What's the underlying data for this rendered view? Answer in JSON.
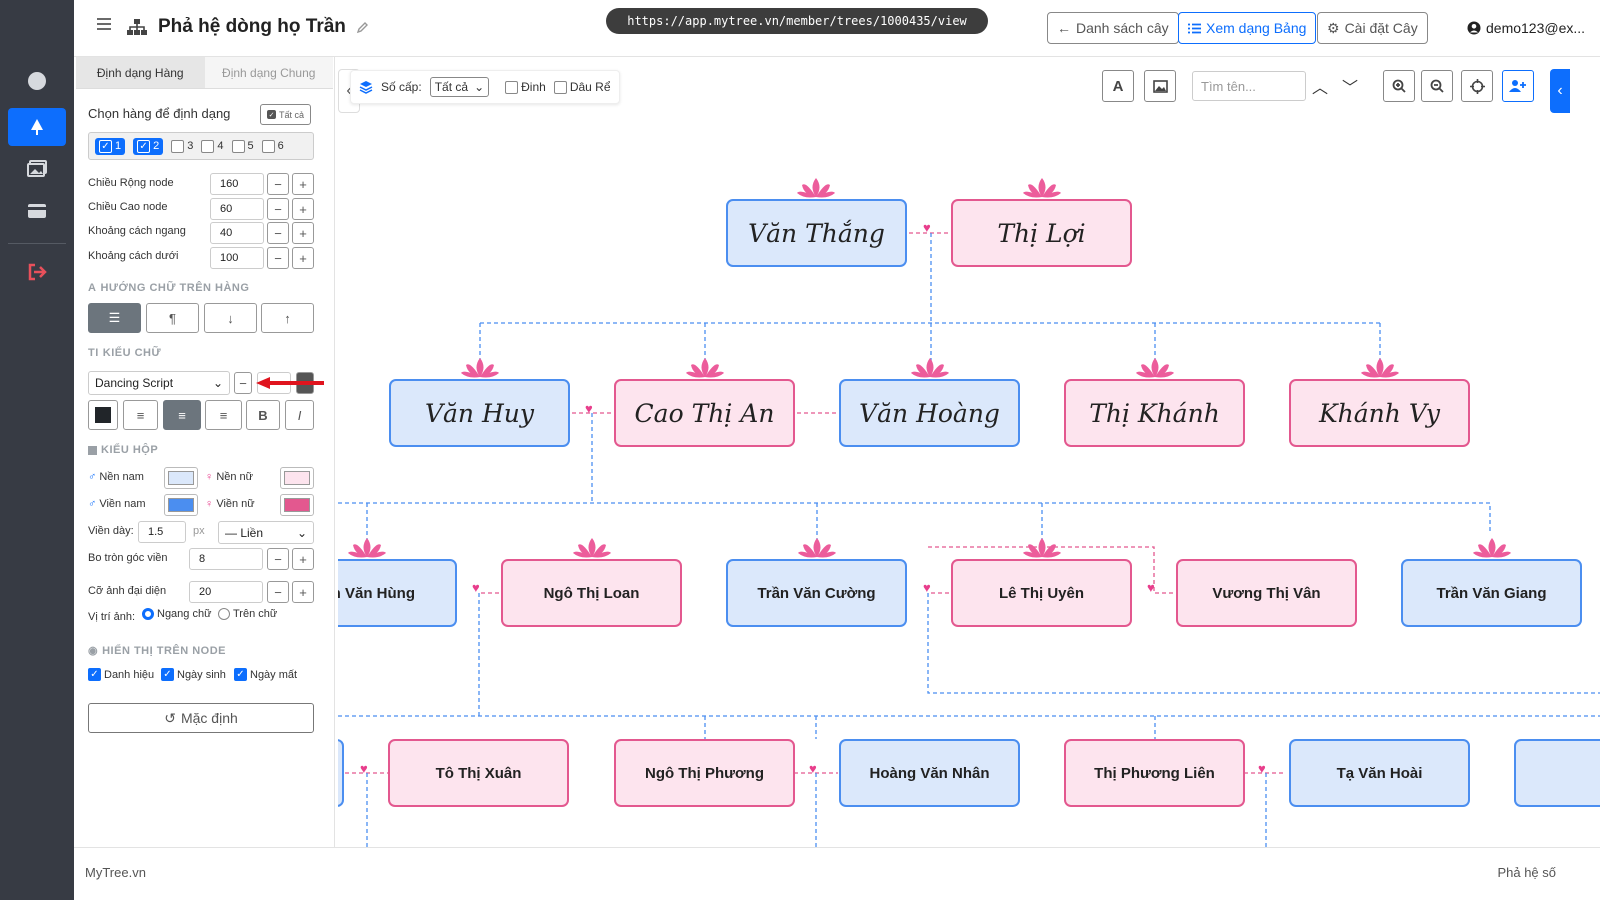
{
  "header": {
    "title": "Phả hệ dòng họ Trần",
    "url": "https://app.mytree.vn/member/trees/1000435/view",
    "btn_list": "Danh sách cây",
    "btn_table": "Xem dạng Bảng",
    "btn_settings": "Cài đặt Cây",
    "user": "demo123@ex..."
  },
  "panel": {
    "tab_row": "Định dạng Hàng",
    "tab_general": "Định dạng Chung",
    "choose_rows": "Chọn hàng để định dạng",
    "all": "Tất cả",
    "rows": [
      "1",
      "2",
      "3",
      "4",
      "5",
      "6"
    ],
    "node_width_label": "Chiều Rộng node",
    "node_width": "160",
    "node_height_label": "Chiều Cao node",
    "node_height": "60",
    "h_gap_label": "Khoảng cách ngang",
    "h_gap": "40",
    "v_gap_label": "Khoảng cách dưới",
    "v_gap": "100",
    "text_dir_title": "HƯỚNG CHỮ TRÊN HÀNG",
    "font_title": "KIỂU CHỮ",
    "font_value": "Dancing Script",
    "bold": "B",
    "italic": "I",
    "box_title": "KIỂU HỘP",
    "male_bg": "Nền nam",
    "female_bg": "Nền nữ",
    "male_border": "Viền nam",
    "female_border": "Viền nữ",
    "border_width_label": "Viền dày:",
    "border_width": "1.5",
    "px": "px",
    "border_style": "— Liền",
    "radius_label": "Bo tròn góc viền",
    "radius": "8",
    "avatar_label": "Cỡ ảnh đại diện",
    "avatar": "20",
    "img_pos_label": "Vị trí ảnh:",
    "img_pos_a": "Ngang chữ",
    "img_pos_b": "Trên chữ",
    "display_title": "HIỂN THỊ TRÊN NODE",
    "show_title": "Danh hiệu",
    "show_birth": "Ngày sinh",
    "show_death": "Ngày mất",
    "reset": "Mặc định"
  },
  "toolbar": {
    "levels_label": "Số cấp:",
    "levels_value": "Tất cả",
    "pin": "Đinh",
    "root": "Dâu Rể",
    "search_placeholder": "Tìm tên..."
  },
  "tree": {
    "gen1": [
      "Văn Thắng",
      "Thị Lợi"
    ],
    "gen2": [
      "Văn Huy",
      "Cao Thị An",
      "Văn Hoàng",
      "Thị Khánh",
      "Khánh Vy"
    ],
    "gen3": [
      "n Văn Hùng",
      "Ngô Thị Loan",
      "Trần Văn Cường",
      "Lê Thị Uyên",
      "Vương Thị Vân",
      "Trần Văn Giang"
    ],
    "gen4": [
      "Tô Thị Xuân",
      "Ngô Thị Phương",
      "Hoàng Văn Nhân",
      "Thị Phương Liên",
      "Tạ Văn Hoài"
    ]
  },
  "colors": {
    "male_bg": "#dbe8fb",
    "female_bg": "#fde4ee",
    "male_border": "#4b8ef0",
    "female_border": "#e3588f",
    "accent": "#0d6efd"
  },
  "footer": {
    "brand": "MyTree.vn",
    "right": "Phả hệ số"
  }
}
